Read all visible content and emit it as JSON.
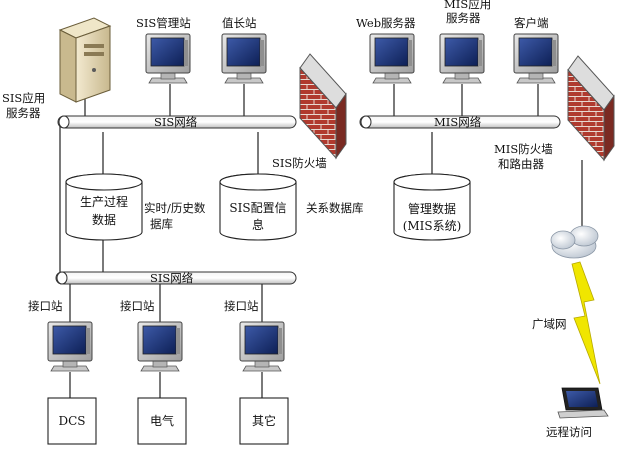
{
  "labels": {
    "sis_app_server_1": "SIS应用",
    "sis_app_server_2": "服务器",
    "sis_mgmt_station": "SIS管理站",
    "duty_station": "值长站",
    "web_server": "Web服务器",
    "mis_app_server_1": "MIS应用",
    "mis_app_server_2": "服务器",
    "client": "客户端",
    "sis_network_top": "SIS网络",
    "mis_network": "MIS网络",
    "sis_firewall": "SIS防火墙",
    "mis_firewall_1": "MIS防火墙",
    "mis_firewall_2": "和路由器",
    "realtime_db_1": "实时/历史数",
    "realtime_db_2": "据库",
    "relational_db": "关系数据库",
    "sis_network_bottom": "SIS网络",
    "interface_station_1": "接口站",
    "interface_station_2": "接口站",
    "interface_station_3": "接口站",
    "wan": "广域网",
    "remote_access": "远程访问"
  },
  "databases": {
    "production": [
      "生产过程",
      "数据"
    ],
    "sis_config": [
      "SIS配置信",
      "息"
    ],
    "management": [
      "管理数据",
      "(MIS系统)"
    ]
  },
  "boxes": {
    "dcs": "DCS",
    "electric": "电气",
    "other": "其它"
  }
}
